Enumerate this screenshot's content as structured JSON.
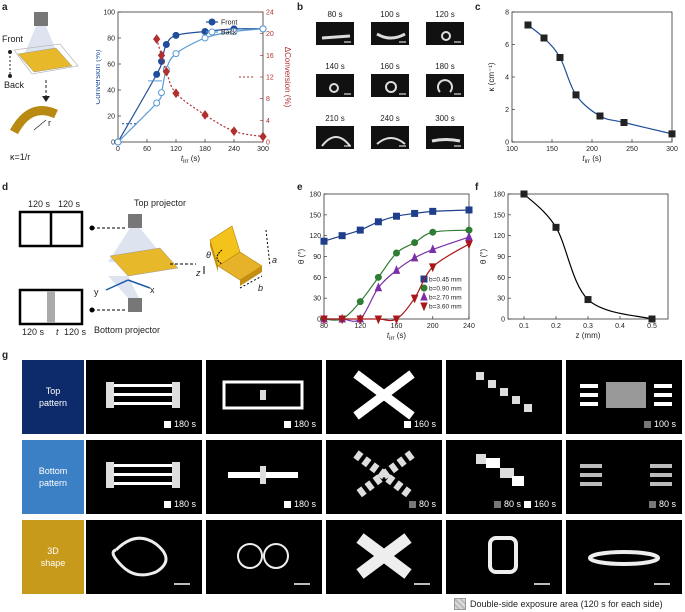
{
  "panels": {
    "a": "a",
    "b": "b",
    "c": "c",
    "d": "d",
    "e": "e",
    "f": "f",
    "g": "g"
  },
  "a": {
    "front": "Front",
    "back": "Back",
    "r": "r",
    "kappa": "κ=1/r",
    "chart_data": {
      "type": "line",
      "xlabel": "t_irr (s)",
      "ylabel": "Conversion (%)",
      "y2label": "ΔConversion (%)",
      "xlim": [
        0,
        300
      ],
      "ylim": [
        0,
        100
      ],
      "y2lim": [
        0,
        24
      ],
      "xticks": [
        0,
        30,
        60,
        90,
        120,
        150,
        180,
        210,
        240,
        270,
        300
      ],
      "yticks": [
        0,
        20,
        40,
        60,
        80,
        100
      ],
      "y2ticks": [
        0,
        4,
        8,
        12,
        16,
        20,
        24
      ],
      "series": [
        {
          "name": "Front",
          "color": "#1f4e9a",
          "x": [
            0,
            80,
            90,
            100,
            120,
            180,
            240,
            300
          ],
          "y": [
            0,
            52,
            62,
            75,
            82,
            85,
            87,
            87
          ]
        },
        {
          "name": "Back",
          "color": "#5a9bd5",
          "x": [
            0,
            80,
            90,
            100,
            120,
            180,
            240,
            300
          ],
          "y": [
            0,
            30,
            38,
            56,
            68,
            80,
            85,
            87
          ]
        },
        {
          "name": "ΔConversion",
          "color": "#b03030",
          "axis": "y2",
          "x": [
            80,
            90,
            100,
            120,
            180,
            240,
            300
          ],
          "y": [
            19,
            16,
            13,
            9,
            5,
            2,
            1
          ]
        }
      ]
    }
  },
  "b": {
    "times": [
      "80 s",
      "100 s",
      "120 s",
      "140 s",
      "160 s",
      "180 s",
      "210 s",
      "240 s",
      "300 s"
    ]
  },
  "c": {
    "chart_data": {
      "type": "line",
      "xlabel": "t_irr (s)",
      "ylabel": "κ (cm⁻¹)",
      "xlim": [
        100,
        300
      ],
      "ylim": [
        0,
        8
      ],
      "xticks": [
        100,
        150,
        200,
        250,
        300
      ],
      "yticks": [
        0,
        2,
        4,
        6,
        8
      ],
      "x": [
        120,
        140,
        160,
        180,
        210,
        240,
        300
      ],
      "y": [
        7.2,
        6.4,
        5.2,
        2.9,
        1.6,
        1.2,
        0.5
      ],
      "color": "#1f4e9a"
    }
  },
  "d": {
    "top_projector": "Top projector",
    "bottom_projector": "Bottom projector",
    "t120a": "120 s",
    "t120b": "120 s",
    "t120c": "120 s",
    "t": "t",
    "t120d": "120 s",
    "theta": "θ",
    "z": "z",
    "a": "a",
    "b": "b",
    "x": "x",
    "y": "y"
  },
  "e": {
    "chart_data": {
      "type": "line",
      "xlabel": "t_irr (s)",
      "ylabel": "θ (°)",
      "xlim": [
        80,
        240
      ],
      "ylim": [
        0,
        180
      ],
      "xticks": [
        80,
        120,
        160,
        200,
        240
      ],
      "yticks": [
        0,
        30,
        60,
        90,
        120,
        150,
        180
      ],
      "series": [
        {
          "name": "b=0.45 mm",
          "color": "#1f3f8c",
          "marker": "square",
          "x": [
            80,
            100,
            120,
            140,
            160,
            180,
            200,
            240
          ],
          "y": [
            112,
            120,
            128,
            140,
            148,
            152,
            155,
            157
          ]
        },
        {
          "name": "b=0.90 mm",
          "color": "#2e7d32",
          "marker": "circle",
          "x": [
            80,
            100,
            120,
            140,
            160,
            180,
            200,
            240
          ],
          "y": [
            0,
            0,
            25,
            60,
            95,
            110,
            125,
            128
          ]
        },
        {
          "name": "b=2.70 mm",
          "color": "#7b2fa8",
          "marker": "triangle",
          "x": [
            80,
            100,
            120,
            140,
            160,
            180,
            200,
            240
          ],
          "y": [
            0,
            0,
            0,
            45,
            70,
            88,
            100,
            118
          ]
        },
        {
          "name": "b=3.60 mm",
          "color": "#a81818",
          "marker": "triangle-down",
          "x": [
            80,
            100,
            120,
            140,
            160,
            180,
            200,
            240
          ],
          "y": [
            0,
            0,
            0,
            0,
            0,
            30,
            75,
            108
          ]
        }
      ]
    }
  },
  "f": {
    "chart_data": {
      "type": "line",
      "xlabel": "z (mm)",
      "ylabel": "θ (°)",
      "xlim": [
        0.05,
        0.55
      ],
      "ylim": [
        0,
        180
      ],
      "xticks": [
        0.1,
        0.2,
        0.3,
        0.4,
        0.5
      ],
      "yticks": [
        0,
        30,
        60,
        90,
        120,
        150,
        180
      ],
      "x": [
        0.1,
        0.2,
        0.3,
        0.5
      ],
      "y": [
        180,
        132,
        28,
        0
      ],
      "color": "#000000"
    }
  },
  "g": {
    "rows": [
      {
        "label": "Top\npattern",
        "color": "#0d2b6b",
        "times": [
          "180 s",
          "180 s",
          "160 s",
          "",
          "100 s"
        ]
      },
      {
        "label": "Bottom\npattern",
        "color": "#3b7fc4",
        "times": [
          "180 s",
          "180 s",
          "80 s",
          "80 s|160 s",
          "80 s"
        ]
      },
      {
        "label": "3D\nshape",
        "color": "#c89a1c",
        "times": [
          "",
          "",
          "",
          "",
          ""
        ]
      }
    ],
    "legend": "Double-side exposure area (120 s for each side)"
  }
}
